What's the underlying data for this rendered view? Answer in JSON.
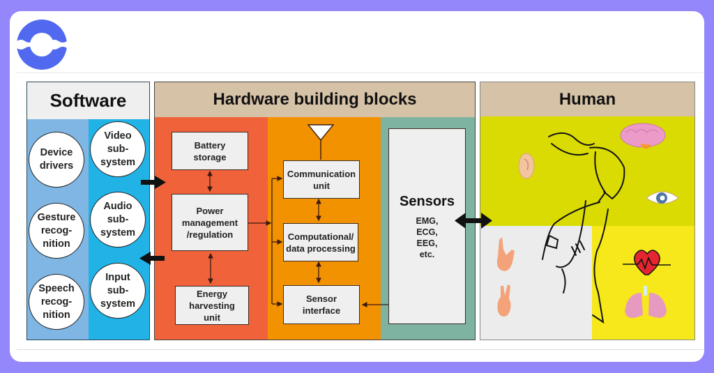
{
  "brand": {
    "logo_icon": "lifebuoy-logo-icon",
    "logo_color": "#5169ef",
    "background_color": "#9486fb"
  },
  "diagram": {
    "software": {
      "title": "Software",
      "left_column": [
        "Device\ndrivers",
        "Gesture\nrecog-\nnition",
        "Speech\nrecog-\nnition"
      ],
      "right_column": [
        "Video\nsub-\nsystem",
        "Audio\nsub-\nsystem",
        "Input\nsub-\nsystem"
      ],
      "colors": {
        "left": "#7fb6e3",
        "right": "#21b2e6"
      }
    },
    "hardware": {
      "title": "Hardware building blocks",
      "power_column": [
        "Battery\nstorage",
        "Power\nmanagement\n/regulation",
        "Energy\nharvesting\nunit"
      ],
      "processing_column": [
        "Communication\nunit",
        "Computational/\ndata processing",
        "Sensor\ninterface"
      ],
      "antenna_icon": "antenna-icon",
      "sensors": {
        "title": "Sensors",
        "types": "EMG,\nECG,\nEEG,\netc."
      },
      "colors": {
        "power": "#f0623a",
        "processing": "#f39200",
        "sensors": "#7fb3a1",
        "header": "#d6c2a7"
      }
    },
    "human": {
      "title": "Human",
      "icons": [
        "brain-icon",
        "ear-icon",
        "eye-icon",
        "hand-gesture-icon",
        "peace-sign-hand-icon",
        "heart-rate-icon",
        "lungs-icon",
        "human-figure-sketch"
      ],
      "colors": {
        "top": "#dadb02",
        "bottom_left": "#ececec",
        "bottom_right": "#f6e81a"
      }
    },
    "arrows": {
      "software_to_hardware": "right",
      "hardware_to_software": "left",
      "sensors_human": "bidirectional"
    }
  }
}
